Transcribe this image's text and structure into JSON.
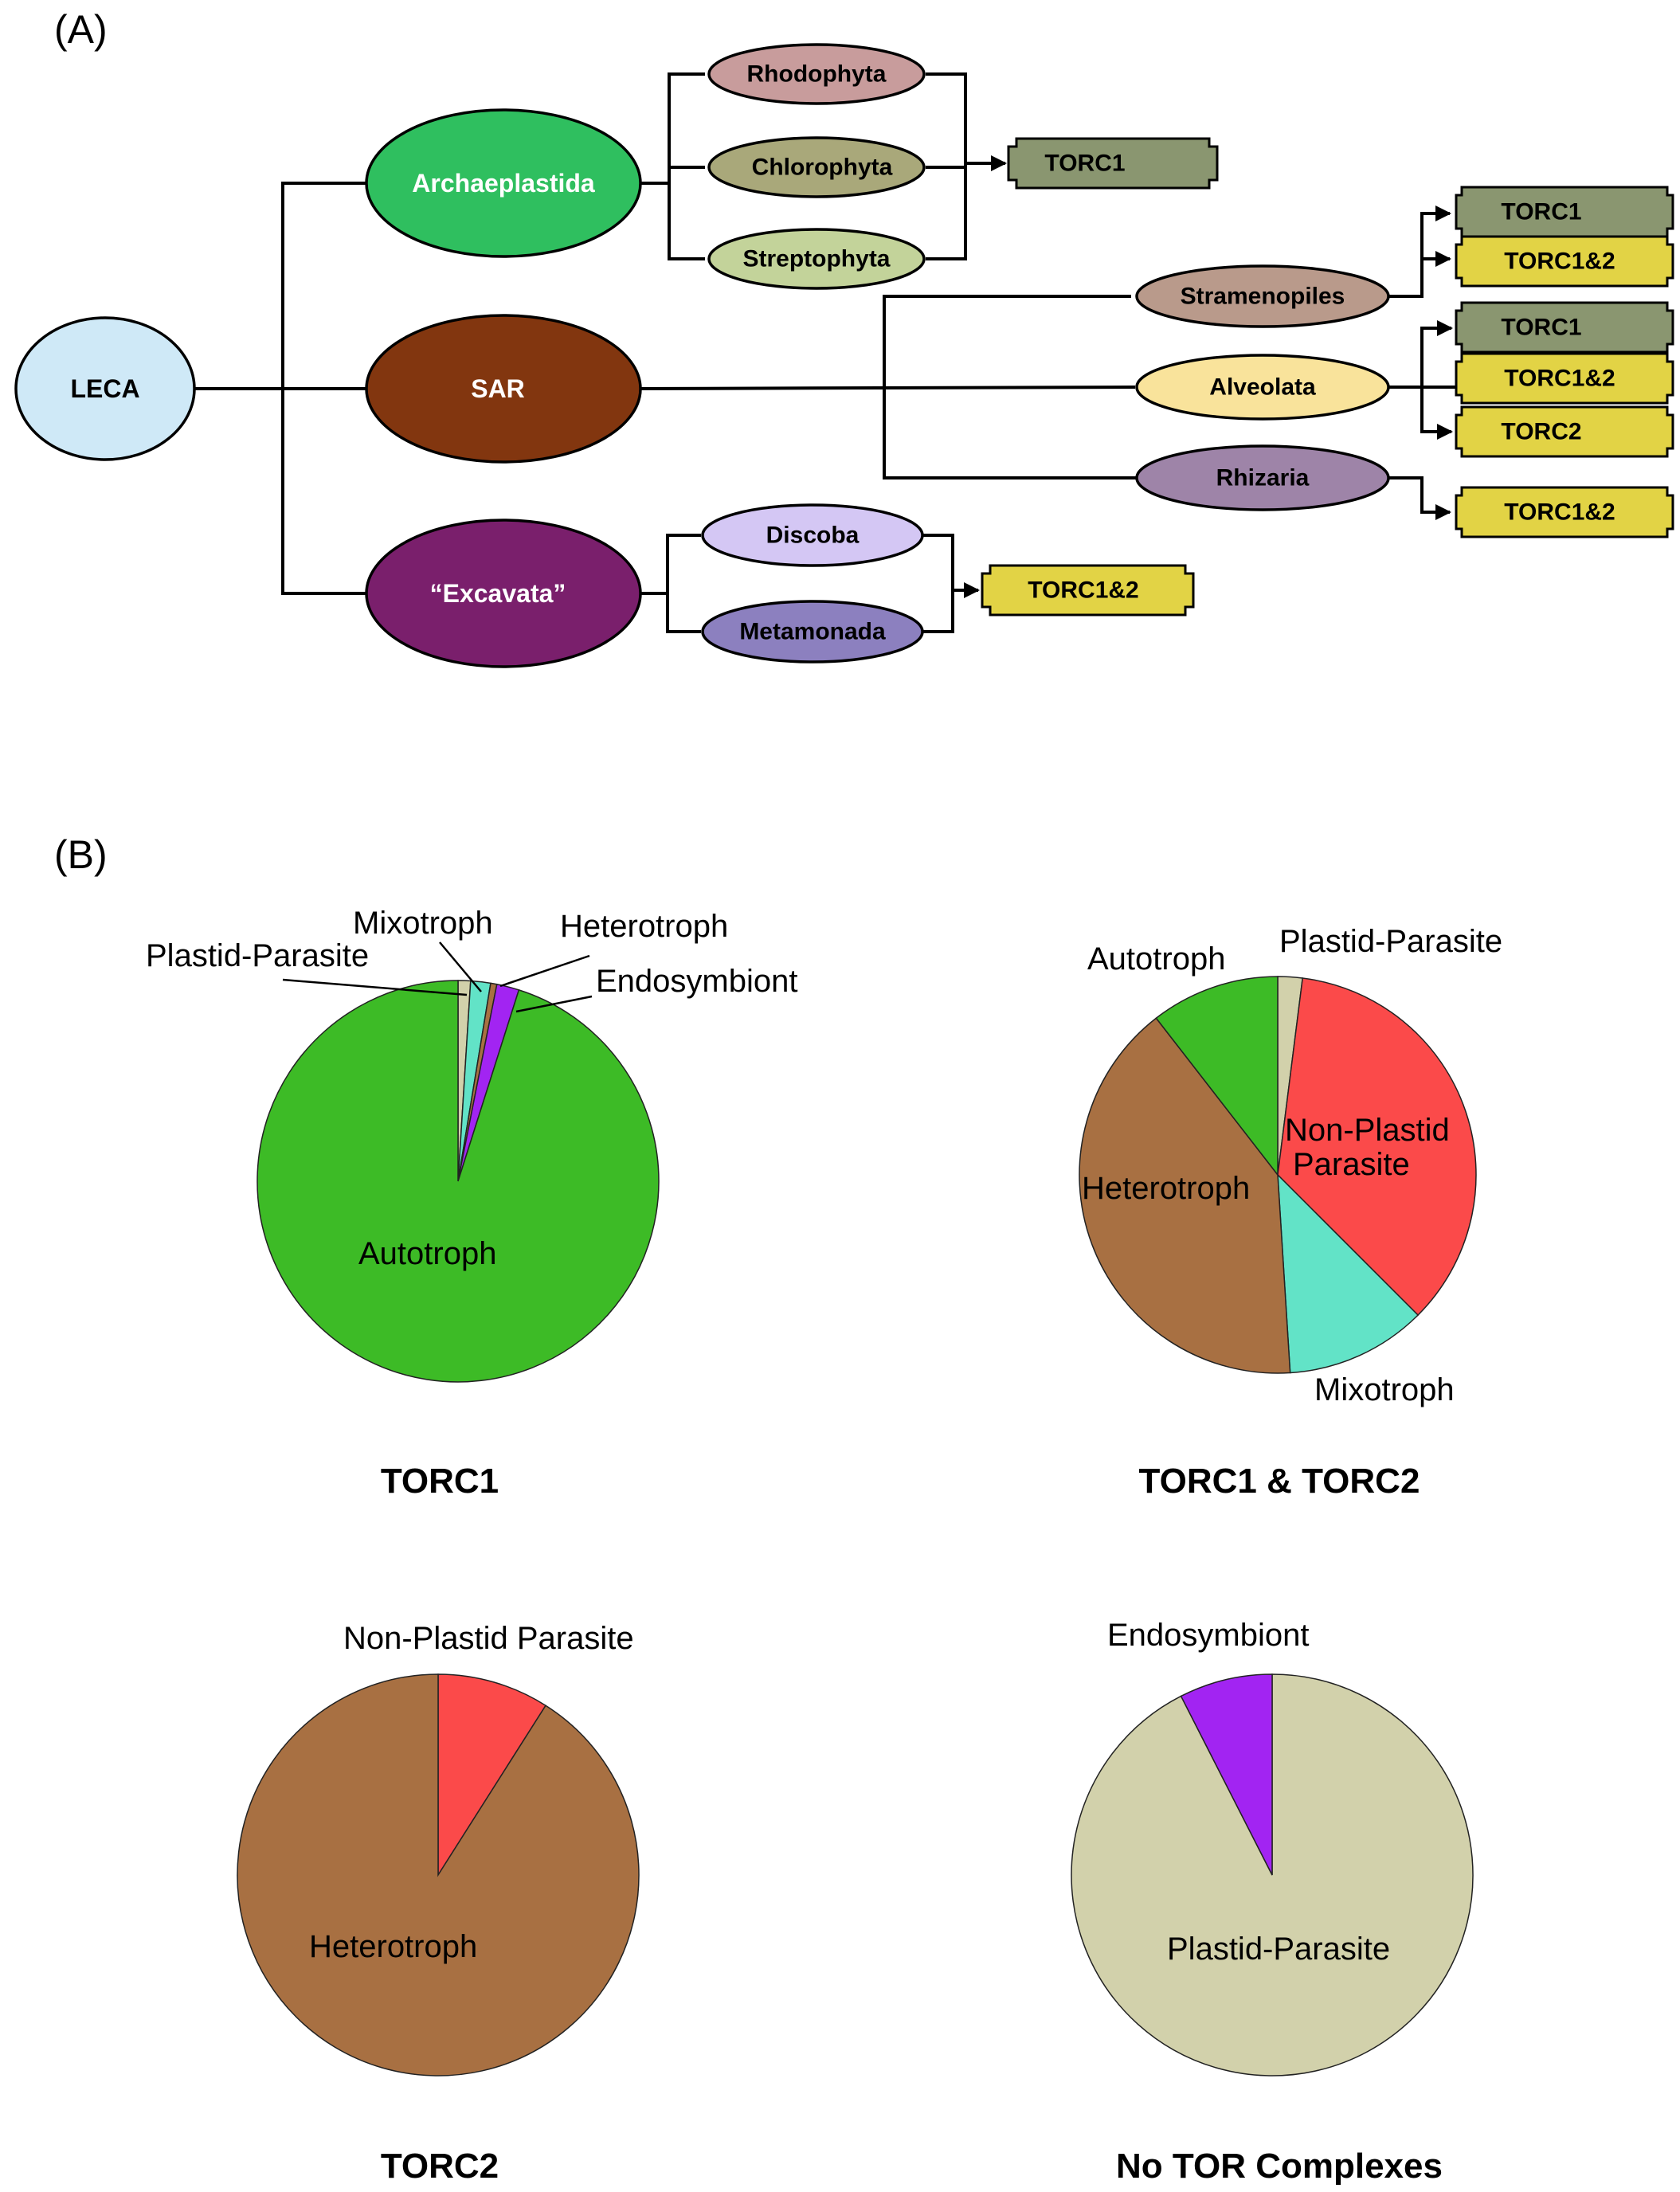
{
  "panel_a": {
    "label": "(A)",
    "nodes": {
      "leca": "LECA",
      "archaeplastida": "Archaeplastida",
      "sar": "SAR",
      "excavata": "“Excavata”",
      "rhodophyta": "Rhodophyta",
      "chlorophyta": "Chlorophyta",
      "streptophyta": "Streptophyta",
      "stramenopiles": "Stramenopiles",
      "alveolata": "Alveolata",
      "rhizaria": "Rhizaria",
      "discoba": "Discoba",
      "metamonada": "Metamonada"
    },
    "tags": {
      "archaeplastida_torc1": "TORC1",
      "stramenopiles_torc1": "TORC1",
      "stramenopiles_torc12": "TORC1&2",
      "alveolata_torc1": "TORC1",
      "alveolata_torc12": "TORC1&2",
      "alveolata_torc2": "TORC2",
      "rhizaria_torc12": "TORC1&2",
      "excavata_torc12": "TORC1&2"
    },
    "colors": {
      "leca": "#cfe9f7",
      "archaeplastida": "#2fbf5f",
      "sar": "#82360f",
      "excavata": "#7a1f6c",
      "rhodophyta": "#c89c9c",
      "chlorophyta": "#a9a87a",
      "streptophyta": "#c3d39a",
      "stramenopiles": "#b99a8b",
      "alveolata": "#f9e39b",
      "rhizaria": "#9e84a8",
      "discoba": "#d4c7f4",
      "metamonada": "#8c80bf",
      "tag_torc1": "#8a9670",
      "tag_torc12": "#e2d345"
    }
  },
  "panel_b": {
    "label": "(B)",
    "colors": {
      "Autotroph": "#3dbb26",
      "Plastid-Parasite": "#d2d1ab",
      "Mixotroph": "#62e3c7",
      "Heterotroph": "#a87042",
      "Endosymbiont": "#a224f2",
      "Non-Plastid Parasite": "#fb4a4a"
    }
  },
  "chart_data": [
    {
      "type": "pie",
      "title": "TORC1",
      "slices": [
        {
          "label": "Plastid-Parasite",
          "category": "Plastid-Parasite",
          "value": 1.0
        },
        {
          "label": "Mixotroph",
          "category": "Mixotroph",
          "value": 1.6
        },
        {
          "label": "Heterotroph",
          "category": "Heterotroph",
          "value": 0.5
        },
        {
          "label": "Endosymbiont",
          "category": "Endosymbiont",
          "value": 1.8
        },
        {
          "label": "Autotroph",
          "category": "Autotroph",
          "value": 95.1
        }
      ]
    },
    {
      "type": "pie",
      "title": "TORC1 & TORC2",
      "slices": [
        {
          "label": "Plastid-Parasite",
          "category": "Plastid-Parasite",
          "value": 2.0
        },
        {
          "label": "Non-Plastid Parasite",
          "category": "Non-Plastid Parasite",
          "value": 35.5
        },
        {
          "label": "Mixotroph",
          "category": "Mixotroph",
          "value": 11.5
        },
        {
          "label": "Heterotroph",
          "category": "Heterotroph",
          "value": 40.5
        },
        {
          "label": "Autotroph",
          "category": "Autotroph",
          "value": 10.5
        }
      ]
    },
    {
      "type": "pie",
      "title": "TORC2",
      "slices": [
        {
          "label": "Non-Plastid Parasite",
          "category": "Non-Plastid Parasite",
          "value": 9.0
        },
        {
          "label": "Heterotroph",
          "category": "Heterotroph",
          "value": 91.0
        }
      ]
    },
    {
      "type": "pie",
      "title": "No TOR Complexes",
      "slices": [
        {
          "label": "Plastid-Parasite",
          "category": "Plastid-Parasite",
          "value": 92.5
        },
        {
          "label": "Endosymbiont",
          "category": "Endosymbiont",
          "value": 7.5
        }
      ]
    }
  ]
}
